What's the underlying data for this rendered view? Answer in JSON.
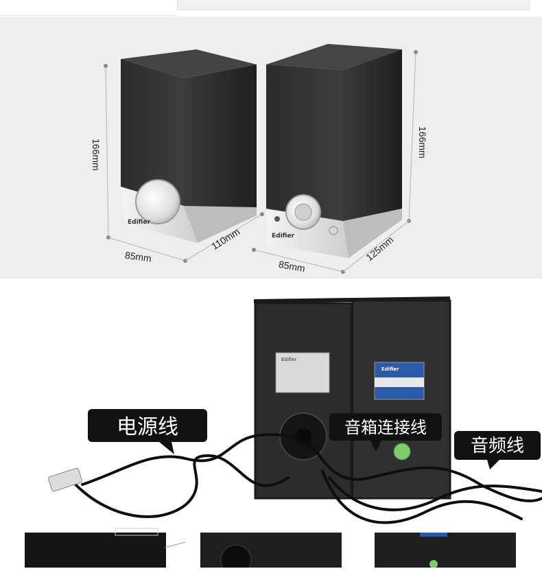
{
  "dimensions": {
    "left_height": "166mm",
    "left_width": "85mm",
    "left_depth": "110mm",
    "right_height": "166mm",
    "right_width": "85mm",
    "right_depth": "125mm"
  },
  "speaker_brand": "Edifier",
  "callouts": {
    "power_cable": "电源线",
    "speaker_cable": "音箱连接线",
    "audio_cable": "音频线"
  },
  "colors": {
    "panel_bg": "#eeeeee",
    "speaker_body": "#2a2a2a",
    "speaker_base": "#e4e4e4",
    "callout_bg": "#111111"
  },
  "icons": [
    "pass-sticker-icon",
    "knob-icon"
  ]
}
